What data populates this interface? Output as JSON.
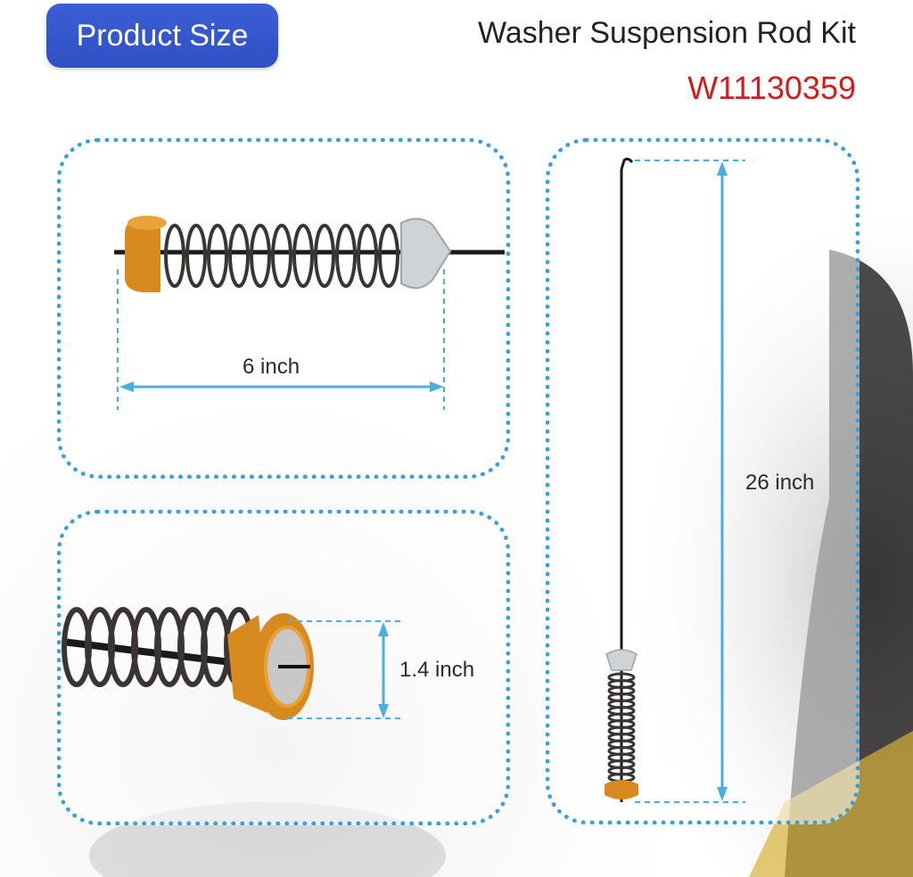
{
  "header": {
    "badge_label": "Product Size",
    "title": "Washer Suspension Rod Kit",
    "part_number": "W11130359"
  },
  "dimensions": {
    "spring_length": "6 inch",
    "rod_length": "26 inch",
    "cap_diameter": "1.4 inch"
  },
  "colors": {
    "badge": "#3b5fd6",
    "part_number": "#d41c1c",
    "dotted_border": "#3aa0dc",
    "dimension_line": "#4aaee0",
    "cap_orange": "#d98a1e",
    "spring_dark": "#3a3532"
  }
}
